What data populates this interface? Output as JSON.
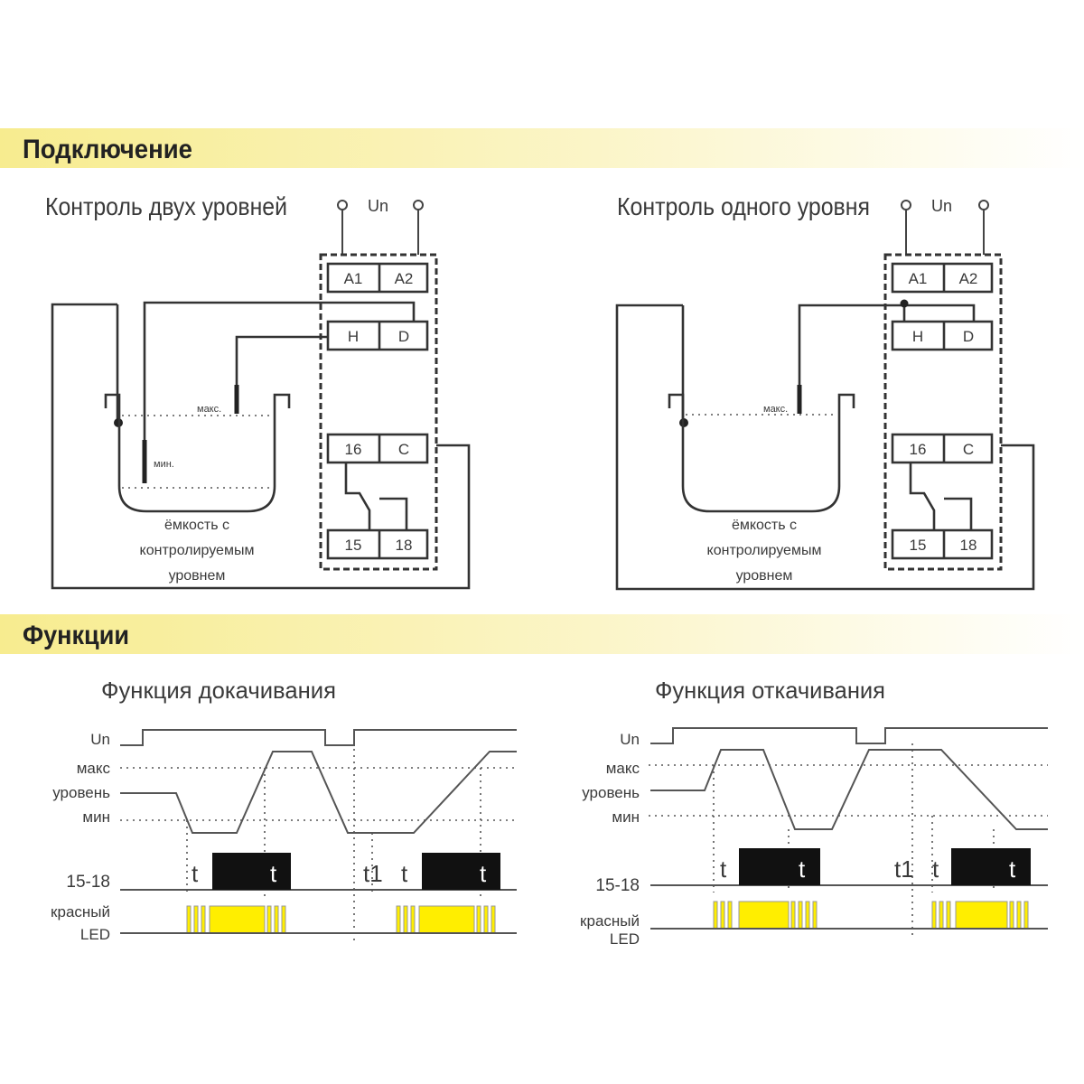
{
  "sections": {
    "connection_title": "Подключение",
    "functions_title": "Функции"
  },
  "colors": {
    "header_band": "#f7ec8f",
    "led_yellow": "#ffee00",
    "relay_black": "#111111",
    "line": "#333333"
  },
  "wiring": [
    {
      "title": "Контроль двух уровней",
      "supply_label": "Un",
      "terminals": [
        "A1",
        "A2",
        "H",
        "D",
        "16",
        "C",
        "15",
        "18"
      ],
      "max_label": "макс.",
      "min_label": "мин.",
      "tank_caption": [
        "ёмкость с",
        "контролируемым",
        "уровнем"
      ]
    },
    {
      "title": "Контроль одного уровня",
      "supply_label": "Un",
      "terminals": [
        "A1",
        "A2",
        "H",
        "D",
        "16",
        "C",
        "15",
        "18"
      ],
      "max_label": "макс.",
      "tank_caption": [
        "ёмкость с",
        "контролируемым",
        "уровнем"
      ]
    }
  ],
  "timing": [
    {
      "title": "Функция докачивания",
      "row_labels": {
        "un": "Un",
        "max": "макс",
        "level": "уровень",
        "min": "мин",
        "relay": "15-18",
        "led1": "красный",
        "led2": "LED"
      },
      "interval_labels": [
        "t",
        "t",
        "t1",
        "t",
        "t"
      ]
    },
    {
      "title": "Функция откачивания",
      "row_labels": {
        "un": "Un",
        "max": "макс",
        "level": "уровень",
        "min": "мин",
        "relay": "15-18",
        "led1": "красный",
        "led2": "LED"
      },
      "interval_labels": [
        "t",
        "t",
        "t1",
        "t",
        "t"
      ]
    }
  ]
}
